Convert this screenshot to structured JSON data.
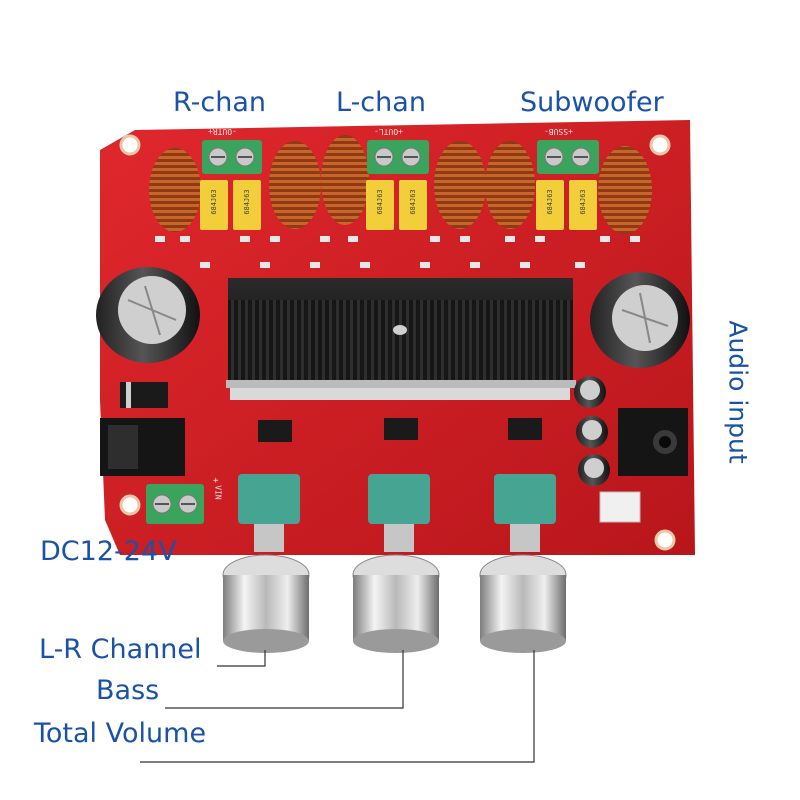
{
  "labels": {
    "r_chan": "R-chan",
    "l_chan": "L-chan",
    "subwoofer": "Subwoofer",
    "audio_input": "Audio input",
    "dc_input": "DC12-24V",
    "lr_channel": "L-R Channel",
    "bass": "Bass",
    "total_volume": "Total Volume"
  },
  "board": {
    "capacitor_labels": [
      "684J63",
      "684J63",
      "684J63",
      "684J63",
      "684J63",
      "684J63"
    ],
    "connector_marks": [
      "-OUTR+",
      "+OUTL-",
      "+SSUB-"
    ],
    "inline_markings": [
      "VIN",
      "+"
    ]
  },
  "colors": {
    "label_text": "#1a52a8",
    "pcb_red": "#d21f26",
    "terminal_green": "#3aa35c",
    "pot_teal": "#46a492",
    "capacitor_yellow": "#f2cf3a",
    "copper": "#b5541c",
    "heatsink": "#1b1b1b"
  }
}
